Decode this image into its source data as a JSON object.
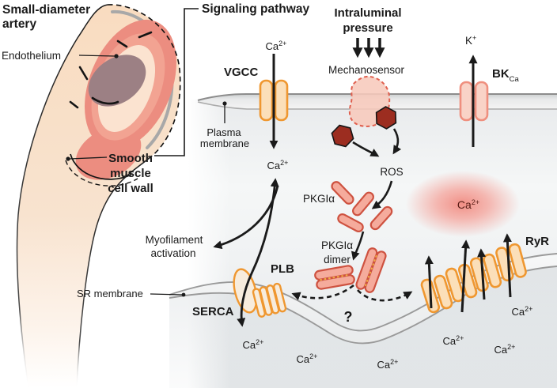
{
  "labels": {
    "small_diameter_l1": "Small-diameter",
    "small_diameter_l2": "artery",
    "endothelium": "Endothelium",
    "smooth_l1": "Smooth",
    "smooth_l2": "muscle",
    "smooth_l3": "cell wall",
    "signaling": "Signaling pathway",
    "intraluminal_l1": "Intraluminal",
    "intraluminal_l2": "pressure",
    "mechanosensor": "Mechanosensor",
    "plasma_l1": "Plasma",
    "plasma_l2": "membrane",
    "vgcc": "VGCC",
    "ros": "ROS",
    "pkgi": "PKGIα",
    "pkgi_dimer_l1": "PKGIα",
    "pkgi_dimer_l2": "dimer",
    "myofilament_l1": "Myofilament",
    "myofilament_l2": "activation",
    "plb": "PLB",
    "serca": "SERCA",
    "sr_membrane": "SR membrane",
    "ryr": "RyR",
    "question": "?"
  },
  "ions": {
    "ca_base": "Ca",
    "ca_sup": "2+",
    "k_base": "K",
    "k_sup": "+",
    "bk_base": "BK",
    "bk_sub": "Ca"
  },
  "colors": {
    "ink": "#1a1a1a",
    "ch_orange": "#ef9730",
    "ch_orange_fill": "#fbdfb9",
    "ch_pink": "#ef8f7e",
    "ch_pink_fill": "#f9d3c7",
    "mech_fill": "#f7cabc",
    "mech_stroke": "#e0604f",
    "hexagon": "#9c2d20",
    "rod_fill": "#f5ab9c",
    "rod_stroke": "#ce5240",
    "dimer_dots": "#f0b045",
    "cloud": "#f2918a",
    "cloud_text": "#571c15",
    "membrane_gray": "#9a9a9a",
    "artery_outer": "#f9dcc0",
    "artery_muscle": "#ec8d80",
    "artery_inner": "#f2a392",
    "artery_lumen": "#fbe3d0",
    "artery_dark": "#9c8084",
    "cytosol_gray": "#e9ebed"
  }
}
